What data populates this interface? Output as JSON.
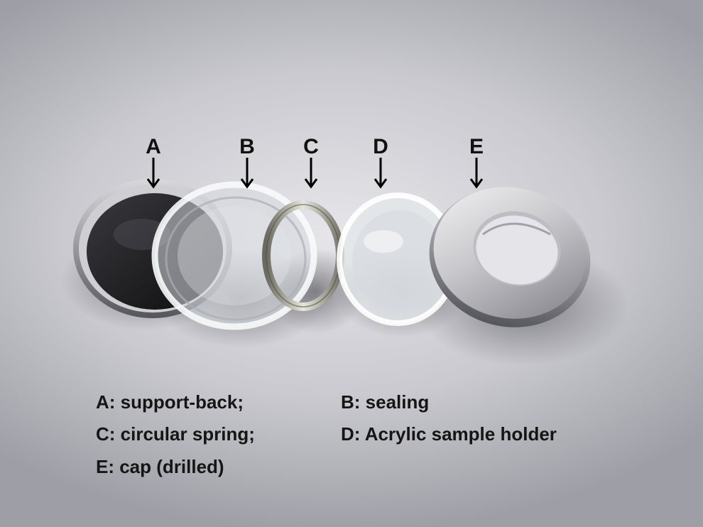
{
  "labels": {
    "a": "A",
    "b": "B",
    "c": "C",
    "d": "D",
    "e": "E"
  },
  "captions": {
    "a": "A: support-back;",
    "b": "B: sealing",
    "c": "C: circular spring;",
    "d": "D: Acrylic sample holder",
    "e": "E: cap (drilled)"
  },
  "icons": [
    "arrow-down-icon"
  ]
}
